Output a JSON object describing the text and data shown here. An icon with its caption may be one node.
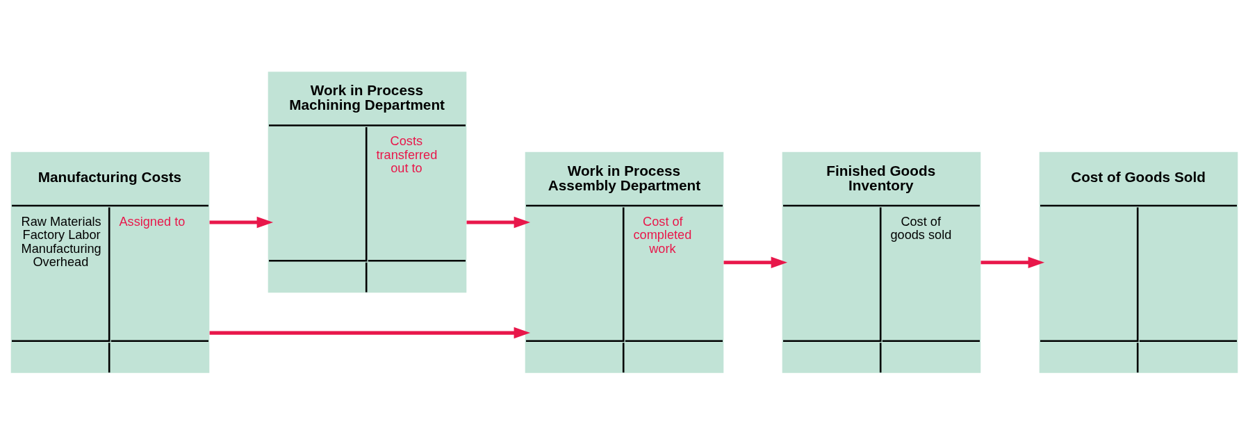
{
  "diagram": {
    "nodes": [
      {
        "text": [
          "Manufacturing Costs",
          "Raw Materials Factory Labor Manufacturing Overhead",
          "Assigned to"
        ]
      },
      {
        "text": [
          "Work in Process Machining Department",
          "Costs transferred out to"
        ]
      },
      {
        "text": [
          "Work in Process Assembly Department",
          "Cost of completed work"
        ]
      },
      {
        "text": [
          "Finished Goods Inventory",
          "Cost of goods sold"
        ]
      },
      {
        "text": [
          "Cost of Goods Sold"
        ]
      }
    ],
    "edges": [
      {
        "from": 0,
        "to": 1,
        "arrow": "to"
      },
      {
        "from": 0,
        "to": 2,
        "arrow": "to"
      },
      {
        "from": 1,
        "to": 2,
        "arrow": "to"
      },
      {
        "from": 2,
        "to": 3,
        "arrow": "to"
      },
      {
        "from": 3,
        "to": 4,
        "arrow": "to"
      }
    ]
  }
}
